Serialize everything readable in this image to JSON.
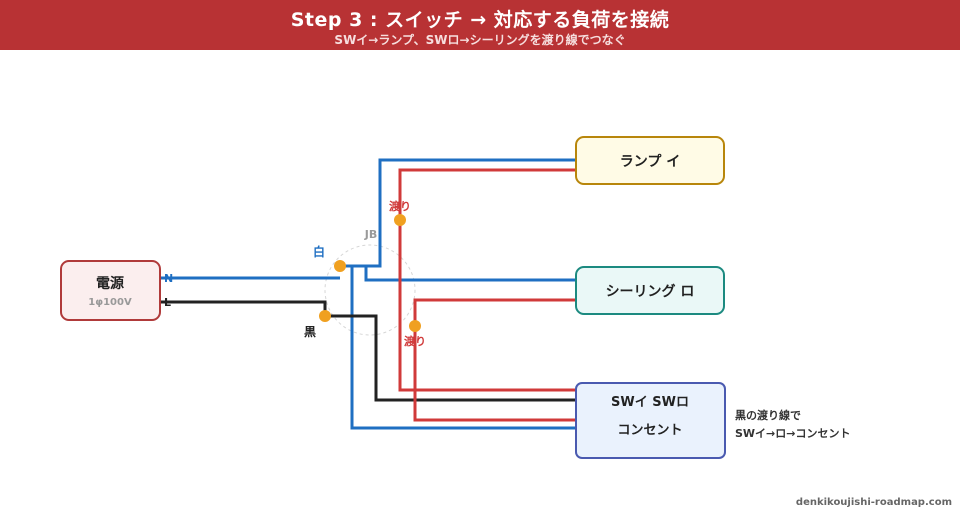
{
  "header": {
    "title": "Step 3 : スイッチ → 対応する負荷を接続",
    "subtitle": "SWイ→ランプ、SWロ→シーリングを渡り線でつなぐ"
  },
  "power": {
    "label": "電源",
    "sub": "1φ100V",
    "terminal_n": "N",
    "terminal_l": "L"
  },
  "lamp": {
    "label": "ランプ イ"
  },
  "ceiling": {
    "label": "シーリング ロ"
  },
  "switch_box": {
    "line1": "SWイ  SWロ",
    "line2": "コンセント"
  },
  "junction": {
    "label": "JB",
    "white_label": "白",
    "black_label": "黒",
    "jumper_label_1": "渡り",
    "jumper_label_2": "渡り"
  },
  "note": {
    "line1": "黒の渡り線で",
    "line2": "SWイ→ロ→コンセント"
  },
  "footer": {
    "site": "denkikoujishi-roadmap.com"
  },
  "colors": {
    "header_bg": "#b83234",
    "neutral_wire": "#1f6fc2",
    "hot_wire": "#222222",
    "switched_wire": "#d03a3a",
    "connector": "#f0a020",
    "power_bg": "#fbeeee",
    "power_border": "#b03a3a",
    "lamp_bg": "#fffbe6",
    "lamp_border": "#b8860b",
    "ceiling_bg": "#eaf8f7",
    "ceiling_border": "#1c8a80",
    "switch_bg": "#eaf2fd",
    "switch_border": "#4a5ab0"
  }
}
